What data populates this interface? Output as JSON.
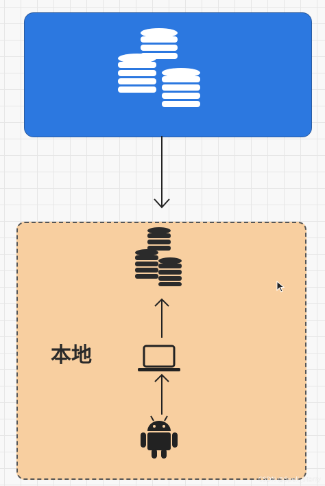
{
  "diagram": {
    "remote_node": {
      "icon": "database-coins-icon",
      "fill": "#2c78e0"
    },
    "connector": {
      "direction": "down"
    },
    "local_group": {
      "label": "本地",
      "fill": "#f8cfa0",
      "border_style": "dashed",
      "items": [
        {
          "icon": "database-coins-icon"
        },
        {
          "icon": "laptop-icon"
        },
        {
          "icon": "android-icon"
        }
      ],
      "arrows": [
        "up",
        "up"
      ]
    }
  },
  "watermark": "CSDN @Spell_Starry"
}
